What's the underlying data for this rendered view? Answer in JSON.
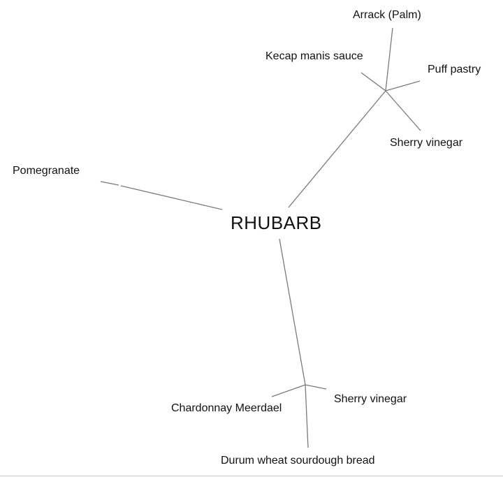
{
  "diagram": {
    "center": {
      "label": "RHUBARB"
    },
    "clusters": {
      "top_right": {
        "leaves": {
          "arrack": {
            "label": "Arrack (Palm)"
          },
          "kecap": {
            "label": "Kecap manis sauce"
          },
          "puff": {
            "label": "Puff pastry"
          },
          "sherry": {
            "label": "Sherry vinegar"
          }
        }
      },
      "bottom": {
        "leaves": {
          "chardonnay": {
            "label": "Chardonnay Meerdael"
          },
          "sherry": {
            "label": "Sherry vinegar"
          },
          "durum": {
            "label": "Durum wheat sourdough bread"
          }
        }
      }
    },
    "single": {
      "pomegranate": {
        "label": "Pomegranate"
      }
    },
    "colors": {
      "edge": "#7a7a7a",
      "text": "#111111"
    }
  }
}
